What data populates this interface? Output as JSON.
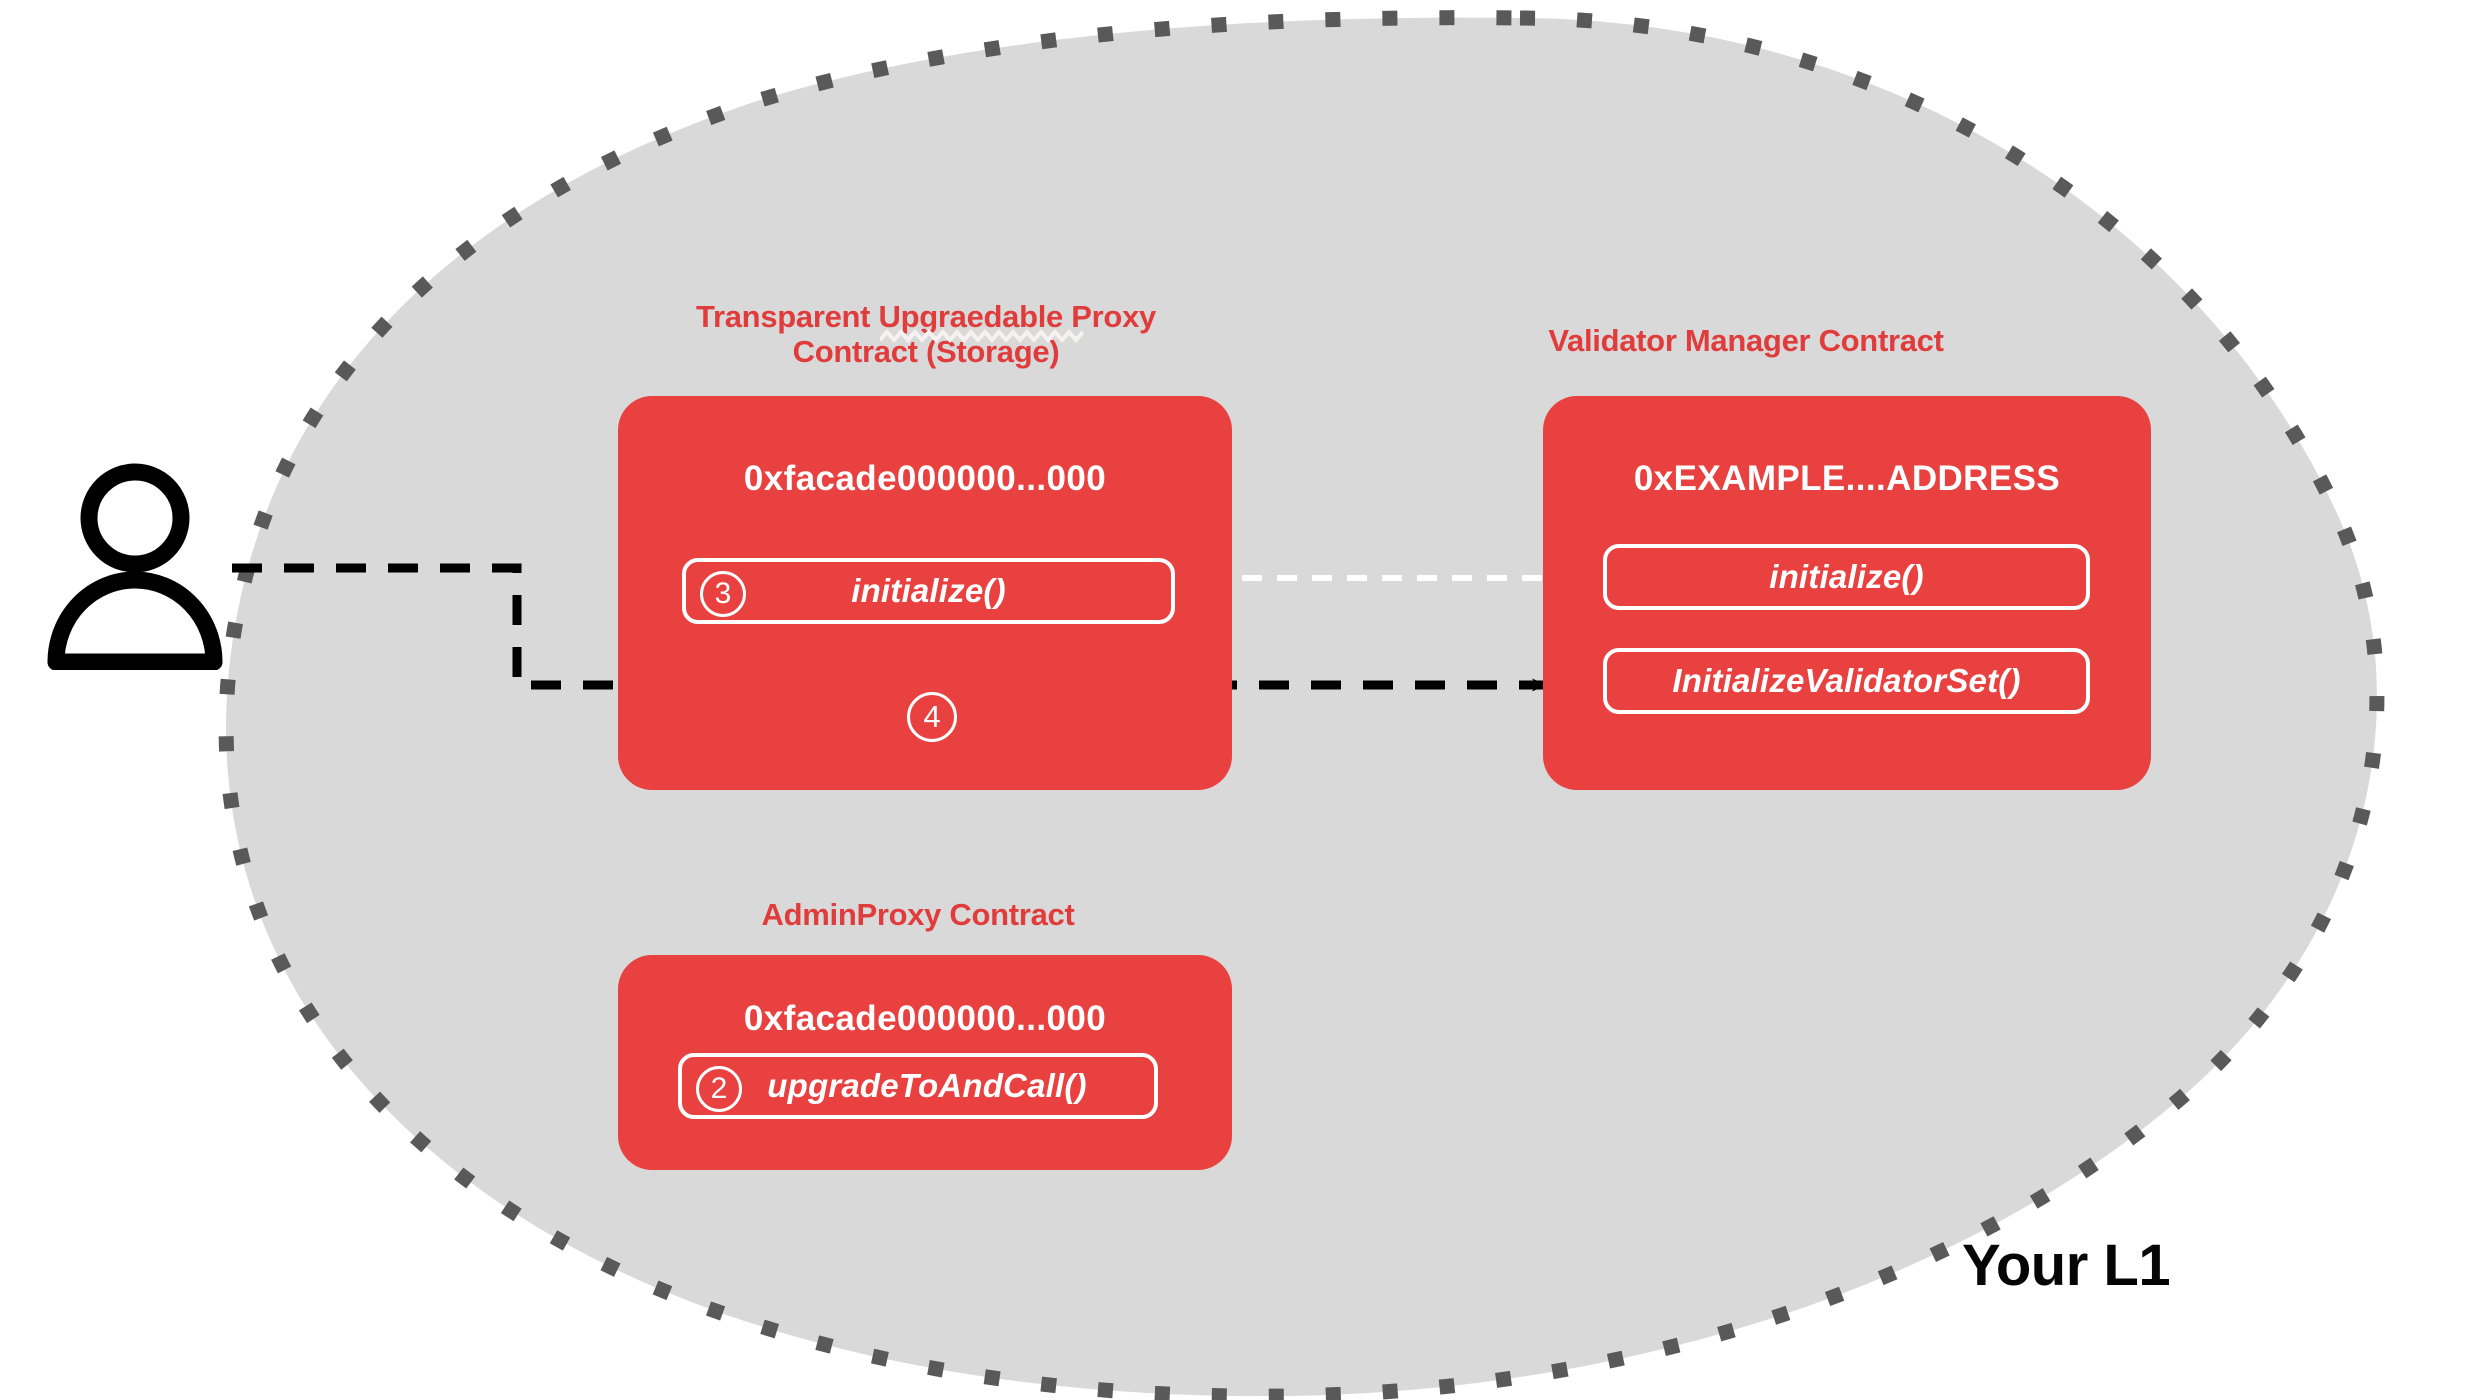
{
  "diagram": {
    "region_label": "Your L1",
    "actor": {
      "icon": "person-icon"
    },
    "colors": {
      "contract_red": "#E8413F",
      "title_red": "#E03C3C",
      "region_fill": "#D9D9D9",
      "region_border": "#595959",
      "arrow_black": "#000000",
      "arrow_white": "#FFFFFF"
    }
  },
  "contracts": [
    {
      "id": "transparent-upgradeable-proxy",
      "title_line1": "Transparent Upgraedable Proxy",
      "title_line2": "Contract (Storage)",
      "misspelled_word": "Upgraedable",
      "address": "0xfacade000000...000",
      "methods": [
        {
          "step": "3",
          "name": "initialize()"
        }
      ],
      "loose_step": "4"
    },
    {
      "id": "validator-manager",
      "title_line1": "Validator Manager Contract",
      "title_line2": "",
      "address": "0xEXAMPLE....ADDRESS",
      "methods": [
        {
          "step": "",
          "name": "initialize()"
        },
        {
          "step": "",
          "name": "InitializeValidatorSet()"
        }
      ]
    },
    {
      "id": "admin-proxy",
      "title_line1": "AdminProxy  Contract",
      "title_line2": "",
      "address": "0xfacade000000...000",
      "methods": [
        {
          "step": "2",
          "name": "upgradeToAndCall()"
        }
      ]
    }
  ],
  "connections": [
    {
      "id": "user-to-proxy",
      "style": "dashed",
      "color": "#000000",
      "from": "actor",
      "to": "transparent-upgradeable-proxy"
    },
    {
      "id": "proxy-initialize-to-vm-initialize",
      "style": "dashed",
      "color": "#FFFFFF",
      "from": "initialize()",
      "to": "initialize()"
    },
    {
      "id": "user-to-vm-initializevalidatorset",
      "style": "dashed",
      "color": "#000000",
      "from": "actor",
      "to": "InitializeValidatorSet()"
    }
  ]
}
